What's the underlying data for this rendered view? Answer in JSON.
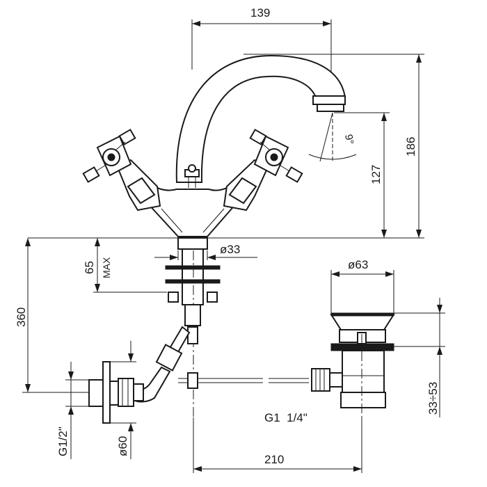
{
  "dimensions": {
    "spout_reach": "139",
    "total_height": "186",
    "spout_height": "127",
    "angle": "9°",
    "hole_diameter": "ø33",
    "max_thickness_value": "65",
    "max_thickness_suffix": "MAX",
    "below_deck": "360",
    "waste_diameter": "ø63",
    "waste_range": "33÷53",
    "waste_thread": "G1  1/4\"",
    "inlet_thread": "G1/2\"",
    "flange_diameter": "ø60",
    "horizontal_span": "210"
  }
}
